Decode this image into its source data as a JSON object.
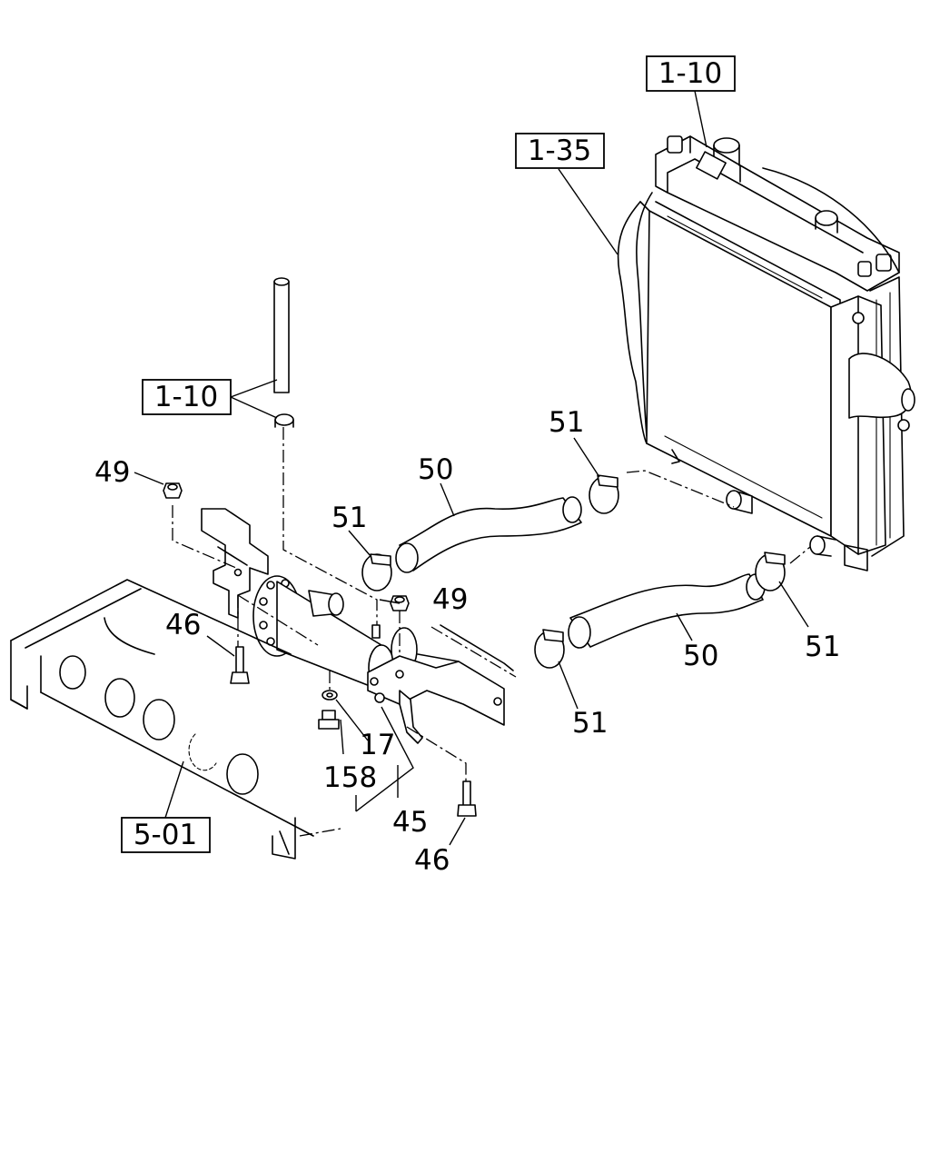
{
  "references": {
    "radiator_top": "1-10",
    "radiator_shroud": "1-35",
    "pipe_top": "1-10",
    "frame": "5-01"
  },
  "callouts": {
    "nut_left": "49",
    "nut_mid": "49",
    "hose_upper": "50",
    "hose_lower": "50",
    "clamp_a": "51",
    "clamp_b": "51",
    "clamp_c": "51",
    "clamp_d": "51",
    "bolt_left": "46",
    "bolt_right": "46",
    "washer": "17",
    "bolt_small": "158",
    "assembly": "45"
  }
}
